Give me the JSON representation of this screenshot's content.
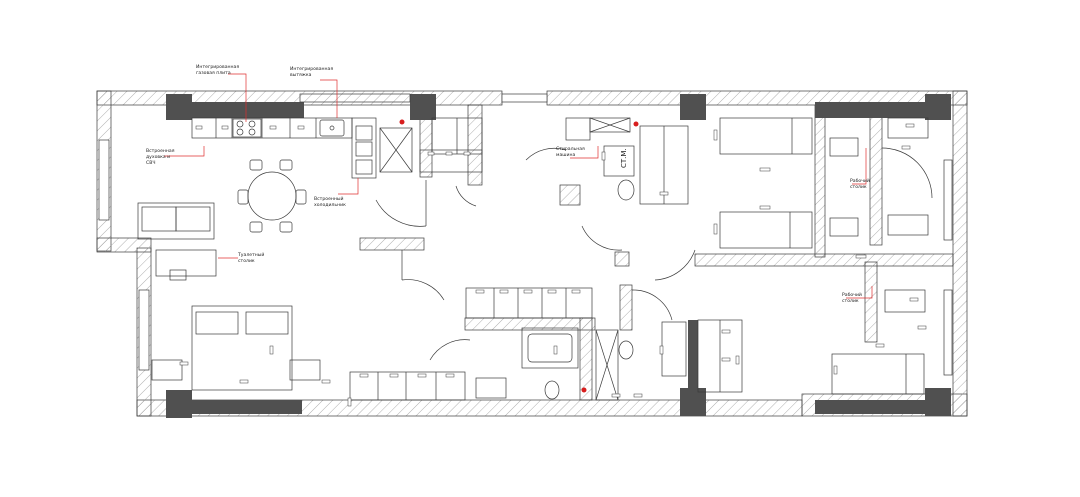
{
  "colors": {
    "wall_hatch": "#9a9a9a",
    "column": "#505050",
    "line": "#3a3a3a",
    "leader": "#e03030",
    "dot": "#d81e1e"
  },
  "labels": {
    "built_in_gas_hob": [
      "Интегрированная",
      "газовая плита"
    ],
    "built_in_hood": [
      "Интегрированная",
      "вытяжка"
    ],
    "built_in_oven_mw": [
      "Встроенная",
      "духовка и",
      "СВЧ"
    ],
    "built_in_fridge": [
      "Встроенный",
      "холодильник"
    ],
    "dressing_table": [
      "Туалетный",
      "столик"
    ],
    "washing_machine": [
      "Стиральная",
      "машина"
    ],
    "washer_dryer_mark": "СТ.М.",
    "desk_1": [
      "Рабочий",
      "столик"
    ],
    "desk_2": [
      "Рабочий",
      "столик"
    ]
  }
}
